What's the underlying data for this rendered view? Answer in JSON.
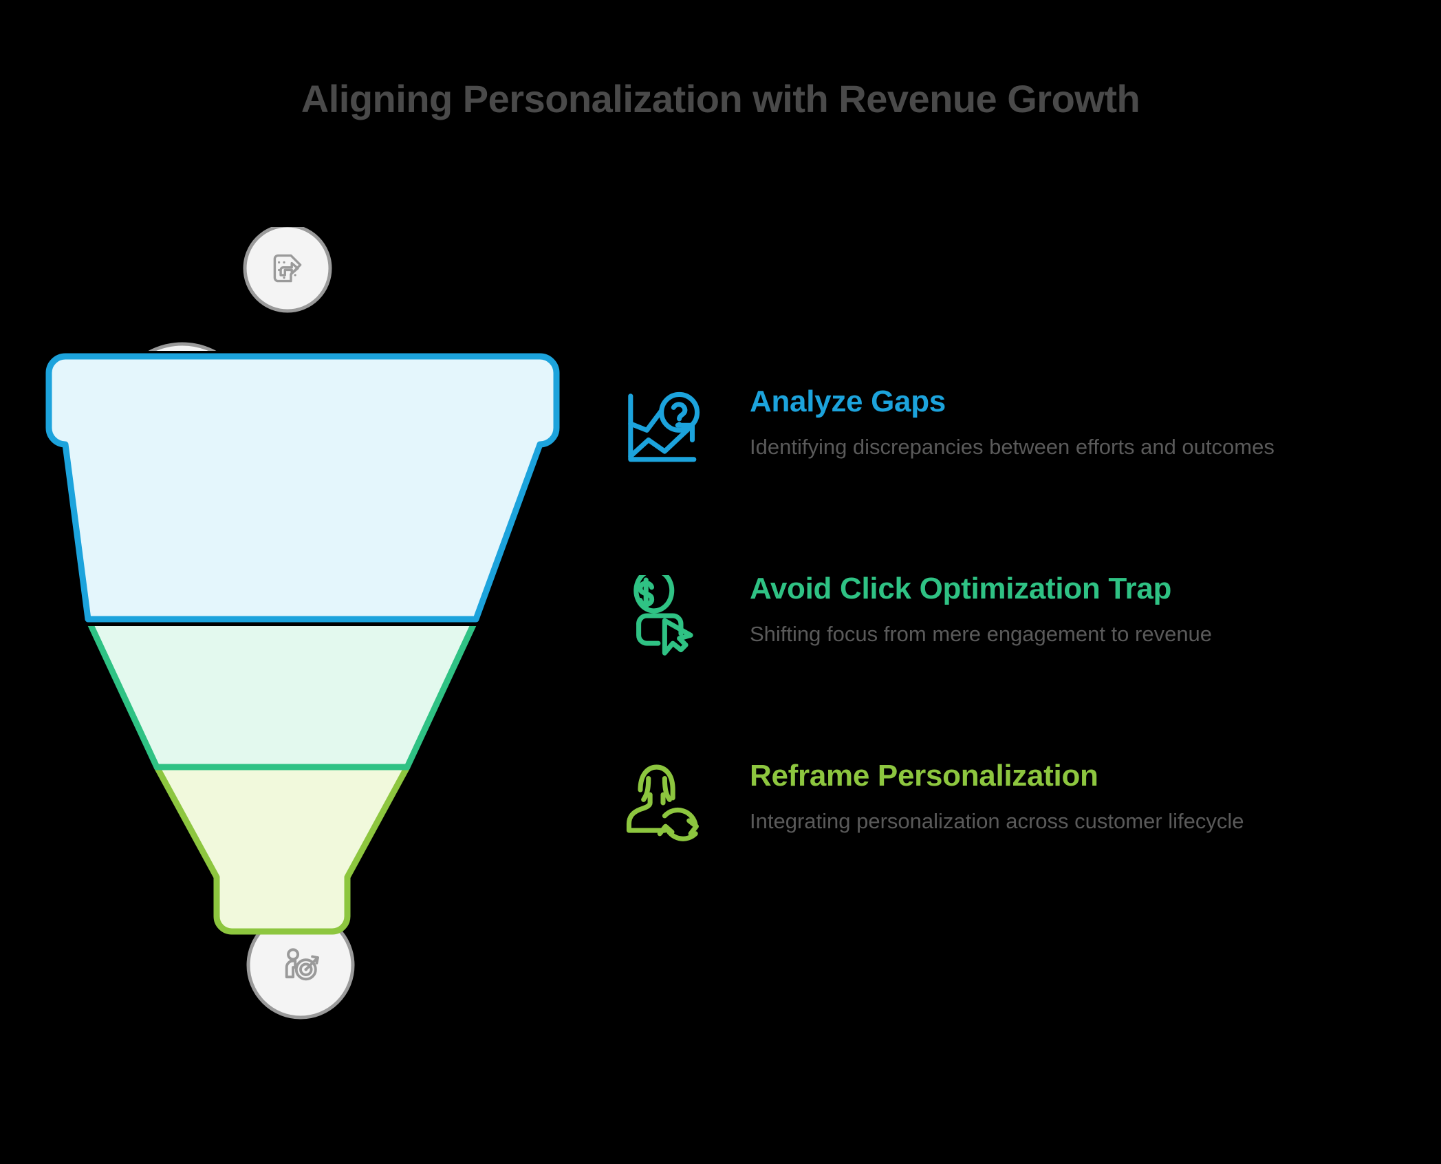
{
  "title": "Aligning Personalization with Revenue Growth",
  "colors": {
    "background": "#000000",
    "title_text": "#4a4a4a",
    "body_text": "#5a5a5a",
    "blue": "#1CA3DC",
    "green": "#2FC284",
    "lime": "#8DC63F",
    "blue_fill": "#E4F6FC",
    "green_fill": "#E3F9EE",
    "lime_fill": "#F1F9DC",
    "circle_fill": "#F4F4F4",
    "circle_stroke": "#9A9A9A",
    "circle_icon": "#9A9A9A"
  },
  "funnel": {
    "stages": [
      {
        "name": "Analyze Gaps",
        "fill": "#E4F6FC",
        "stroke": "#1CA3DC"
      },
      {
        "name": "Avoid Click Optimization Trap",
        "fill": "#E3F9EE",
        "stroke": "#2FC284"
      },
      {
        "name": "Reframe Personalization",
        "fill": "#F1F9DC",
        "stroke": "#8DC63F"
      }
    ],
    "input_icons": [
      {
        "icon": "growth-arrow-tag-icon"
      },
      {
        "icon": "growth-arrow-tag-icon"
      },
      {
        "icon": "growth-arrow-tag-icon"
      }
    ],
    "output_icon": {
      "icon": "person-target-icon"
    }
  },
  "points": [
    {
      "icon": "chart-question-icon",
      "heading": "Analyze Gaps",
      "accent": "blue",
      "description": "Identifying discrepancies between efforts and outcomes"
    },
    {
      "icon": "dollar-cursor-icon",
      "heading": "Avoid Click Optimization Trap",
      "accent": "green",
      "description": "Shifting focus from mere engagement to revenue"
    },
    {
      "icon": "person-refresh-icon",
      "heading": "Reframe Personalization",
      "accent": "lime",
      "description": "Integrating personalization across customer lifecycle"
    }
  ]
}
